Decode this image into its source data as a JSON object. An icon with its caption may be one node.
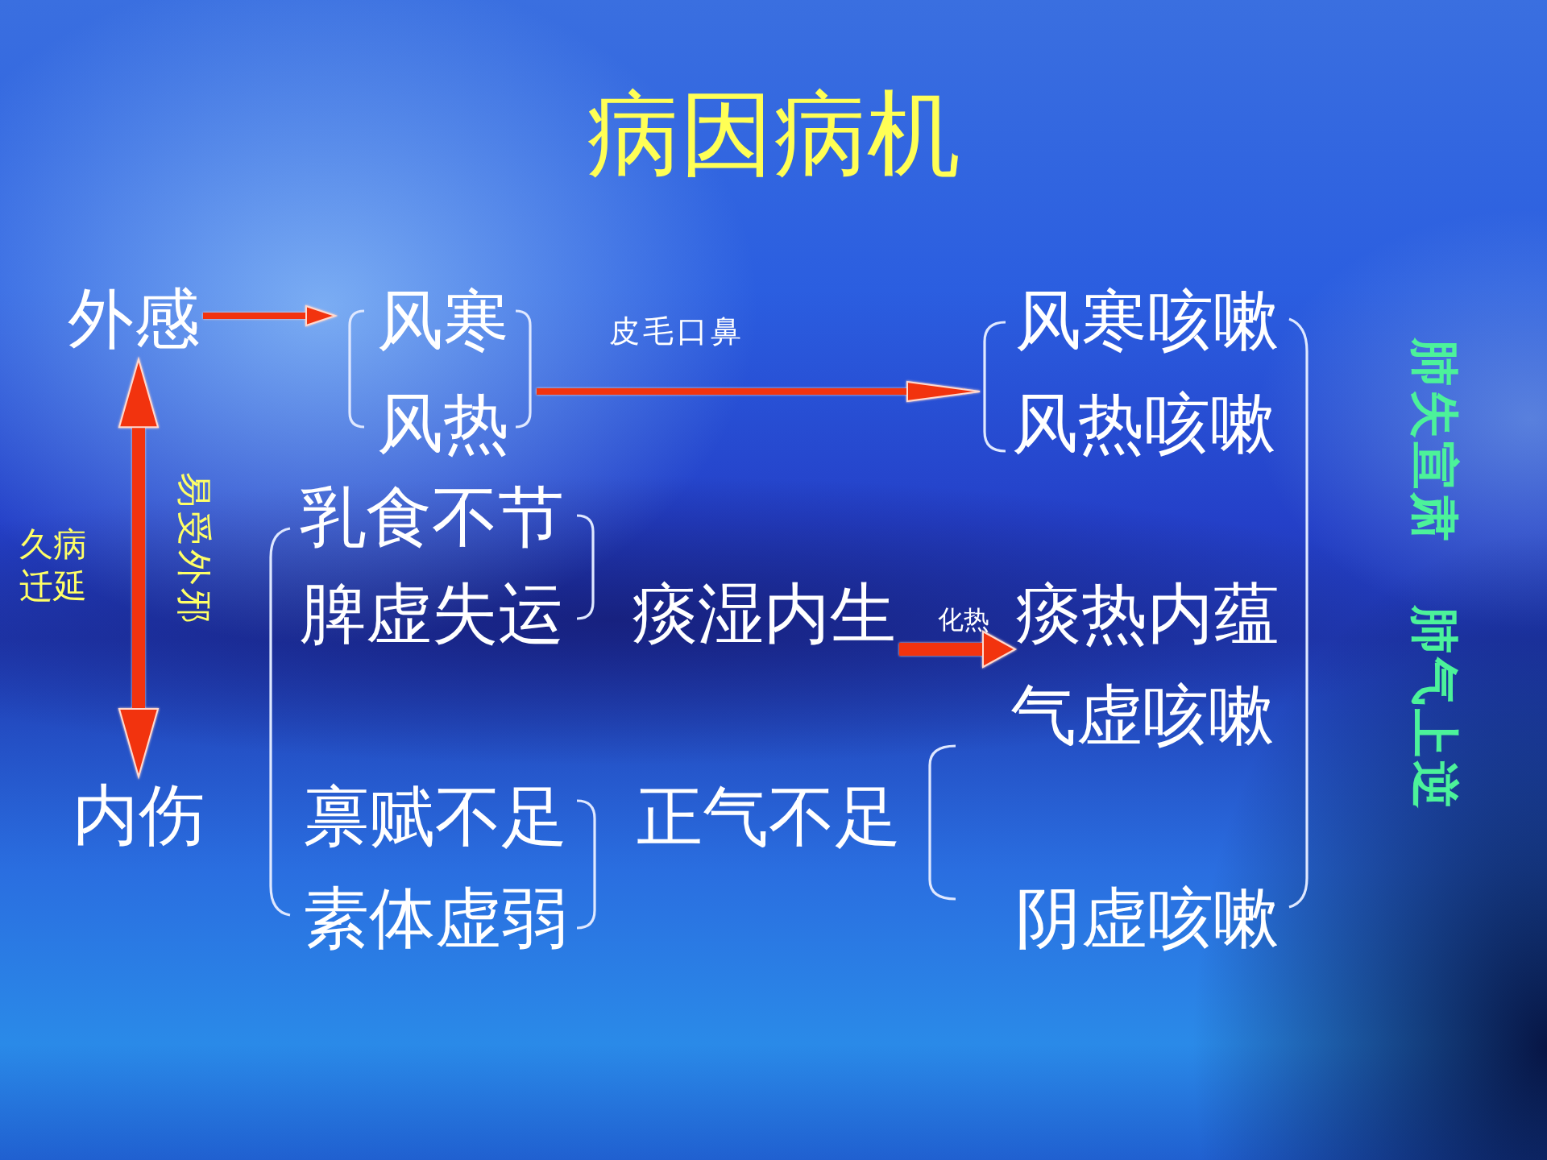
{
  "diagram": {
    "title": "病因病机",
    "nodes": [
      {
        "text": [
          "外感"
        ]
      },
      {
        "text": [
          "风寒"
        ]
      },
      {
        "text": [
          "风寒咳嗽"
        ]
      },
      {
        "text": [
          "风热"
        ]
      },
      {
        "text": [
          "风热咳嗽"
        ]
      },
      {
        "text": [
          "乳食不节"
        ]
      },
      {
        "text": [
          "脾虚失运"
        ]
      },
      {
        "text": [
          "痰湿内生"
        ]
      },
      {
        "text": [
          "痰热内蕴"
        ]
      },
      {
        "text": [
          "气虚咳嗽"
        ]
      },
      {
        "text": [
          "内伤"
        ]
      },
      {
        "text": [
          "禀赋不足"
        ]
      },
      {
        "text": [
          "正气不足"
        ]
      },
      {
        "text": [
          "素体虚弱"
        ]
      },
      {
        "text": [
          "阴虚咳嗽"
        ]
      }
    ],
    "edges": [
      {
        "from": 0,
        "to": 1,
        "arrow": "to"
      },
      {
        "from": 3,
        "to": 4,
        "arrow": "to",
        "label": "皮毛口鼻"
      },
      {
        "from": 0,
        "to": 10,
        "arrow": "both",
        "label": "易受外邪",
        "style": "thick"
      },
      {
        "from": 7,
        "to": 8,
        "arrow": "to",
        "label": "化热",
        "style": "thick"
      }
    ],
    "labels": [
      "久病迁延",
      "肺失宣肃",
      "肺气上逆"
    ]
  }
}
